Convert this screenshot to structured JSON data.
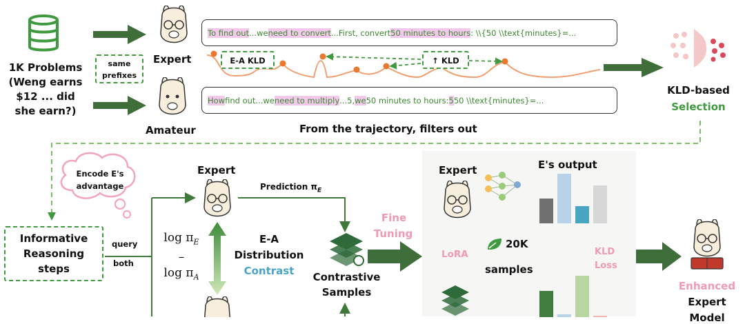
{
  "top": {
    "problems": {
      "line1": "1K Problems",
      "line2": "(Weng earns",
      "line3": "$12 ... did",
      "line4": "she earn?)"
    },
    "expert_label": "Expert",
    "amateur_label": "Amateur",
    "same_prefixes": {
      "line1": "same",
      "line2": "prefixes"
    },
    "expert_traj": {
      "segments": [
        {
          "text": "To find out",
          "hl": true
        },
        {
          "text": "...we ",
          "hl": false
        },
        {
          "text": "need to convert",
          "hl": true
        },
        {
          "text": "...First, convert ",
          "hl": false
        },
        {
          "text": "50 minutes to hours",
          "hl": true
        },
        {
          "text": ": \\\\{50 \\\\text{minutes}=...",
          "hl": false
        }
      ]
    },
    "amateur_traj": {
      "segments": [
        {
          "text": "How",
          "hl": true
        },
        {
          "text": " find out...we ",
          "hl": false
        },
        {
          "text": "need to multiply",
          "hl": true
        },
        {
          "text": "...5, ",
          "hl": false
        },
        {
          "text": "we",
          "hl": true
        },
        {
          "text": " 50 minutes to hours: ",
          "hl": false
        },
        {
          "text": "5",
          "hl": true
        },
        {
          "text": " 50 \\\\text{minutes}=...",
          "hl": false
        }
      ]
    },
    "ea_kld": "E-A KLD",
    "up_kld": "↑ KLD",
    "filter_caption": "From the trajectory, filters out",
    "kld_based": "KLD-based",
    "selection": "Selection"
  },
  "bottom": {
    "thought": {
      "line1": "Encode E's",
      "line2": "advantage"
    },
    "informative": {
      "line1": "Informative",
      "line2": "Reasoning",
      "line3": "steps"
    },
    "query": "query",
    "both": "both",
    "expert_label": "Expert",
    "prediction": "Prediction π",
    "prediction_sub": "E",
    "log_e": "log π",
    "log_e_sub": "E",
    "minus": "–",
    "log_a": "log π",
    "log_a_sub": "A",
    "ea": "E-A",
    "distribution": "Distribution",
    "contrast": "Contrast",
    "contrastive": "Contrastive",
    "samples": "Samples",
    "fine": "Fine",
    "tuning": "Tuning",
    "panel_expert": "Expert",
    "e_output": "E's output",
    "lora": "LoRA",
    "twentyk": "20K",
    "samples20k": "samples",
    "kld": "KLD",
    "loss": "Loss",
    "enhanced": "Enhanced",
    "expert2": "Expert",
    "model": "Model"
  },
  "chart_data": {
    "type": "bar",
    "title": "E's output",
    "series": [
      {
        "values": [
          0.36,
          0.72,
          0.25,
          0.55
        ]
      }
    ],
    "colors": [
      "#707070",
      "#b6d3ea",
      "#49a5c1",
      "#d7d7d7"
    ],
    "lower_series": [
      {
        "values": [
          0.38,
          0.04,
          0.6,
          0.02
        ]
      }
    ],
    "lower_colors": [
      "#3f7e3d",
      "#b6d3ea",
      "#b7d6a1",
      "#f3b5b0"
    ]
  },
  "colors": {
    "green": "#3f9a3f",
    "dark_green": "#3a6b39",
    "pink": "#f09ab4",
    "teal": "#4aa3c8",
    "orange": "#e8782c"
  }
}
